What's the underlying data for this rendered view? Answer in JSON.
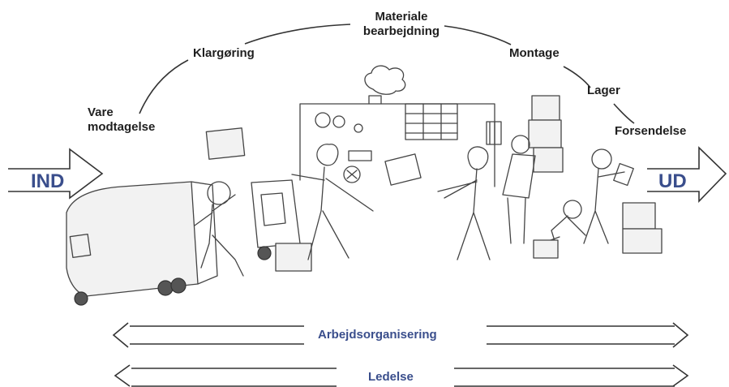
{
  "stages": [
    {
      "id": "vare-modtagelse",
      "label": "Vare\nmodtagelse"
    },
    {
      "id": "klargoring",
      "label": "Klargøring"
    },
    {
      "id": "materiale-bearbejdning",
      "label": "Materiale\nbearbejdning"
    },
    {
      "id": "montage",
      "label": "Montage"
    },
    {
      "id": "lager",
      "label": "Lager"
    },
    {
      "id": "forsendelse",
      "label": "Forsendelse"
    }
  ],
  "flow": {
    "in": "IND",
    "out": "UD"
  },
  "bands": {
    "organisation": "Arbejdsorganisering",
    "management": "Ledelse"
  },
  "colors": {
    "accent": "#3a4e8c",
    "text": "#1f1f1f",
    "line": "#333333"
  }
}
